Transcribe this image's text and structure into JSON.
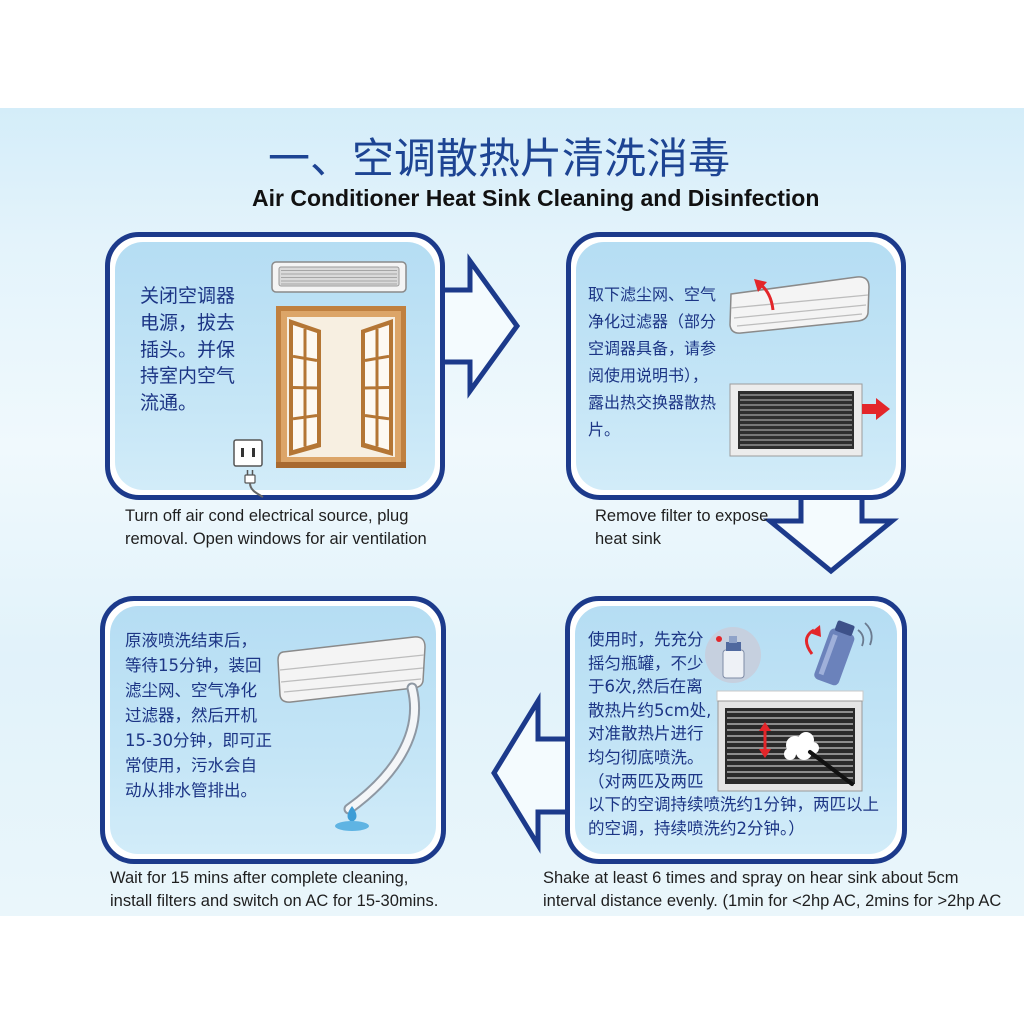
{
  "header": {
    "title_zh": "一、空调散热片清洗消毒",
    "title_en": "Air Conditioner Heat Sink Cleaning and Disinfection"
  },
  "steps": [
    {
      "text_zh": "关闭空调器\n电源，拔去\n插头。并保\n持室内空气\n流通。",
      "caption_en": "Turn off air cond electrical source, plug\nremoval. Open windows for air ventilation"
    },
    {
      "text_zh": "取下滤尘网、空气\n净化过滤器（部分\n空调器具备，请参\n阅使用说明书），\n露出热交换器散热\n片。",
      "caption_en": "Remove filter to expose\nheat sink"
    },
    {
      "text_zh": "使用时，先充分\n摇匀瓶罐，不少\n于6次,然后在离\n散热片约5cm处,\n对准散热片进行\n均匀彻底喷洗。\n（对两匹及两匹\n以下的空调持续喷洗约1分钟，两匹以上\n的空调，持续喷洗约2分钟。）",
      "caption_en": "Shake at least 6 times and spray on hear sink about 5cm\ninterval distance evenly. (1min for <2hp AC, 2mins for >2hp AC"
    },
    {
      "text_zh": "原液喷洗结束后，\n等待15分钟，装回\n滤尘网、空气净化\n过滤器，然后开机\n15-30分钟，即可正\n常使用，污水会自\n动从排水管排出。",
      "caption_en": "Wait for 15 mins after complete cleaning,\ninstall filters and switch on AC for 15-30mins."
    }
  ],
  "colors": {
    "panel_border": "#1c3a8b",
    "title": "#1d4493",
    "body_text": "#1c3585",
    "indicator_red": "#e3262a"
  },
  "icons": {
    "step1": [
      "ac-unit-front-icon",
      "open-window-icon",
      "power-outlet-icon",
      "plug-icon"
    ],
    "step2": [
      "ac-unit-side-icon",
      "red-curved-arrow-icon",
      "heat-sink-icon",
      "red-arrow-right-icon"
    ],
    "step3": [
      "spray-can-icon",
      "shaking-spray-can-icon",
      "heat-sink-icon",
      "spray-mist-icon"
    ],
    "step4": [
      "ac-unit-side-icon",
      "drain-hose-icon",
      "water-drop-icon"
    ],
    "flow": [
      "arrow-right-icon",
      "arrow-down-icon",
      "arrow-left-icon"
    ]
  }
}
